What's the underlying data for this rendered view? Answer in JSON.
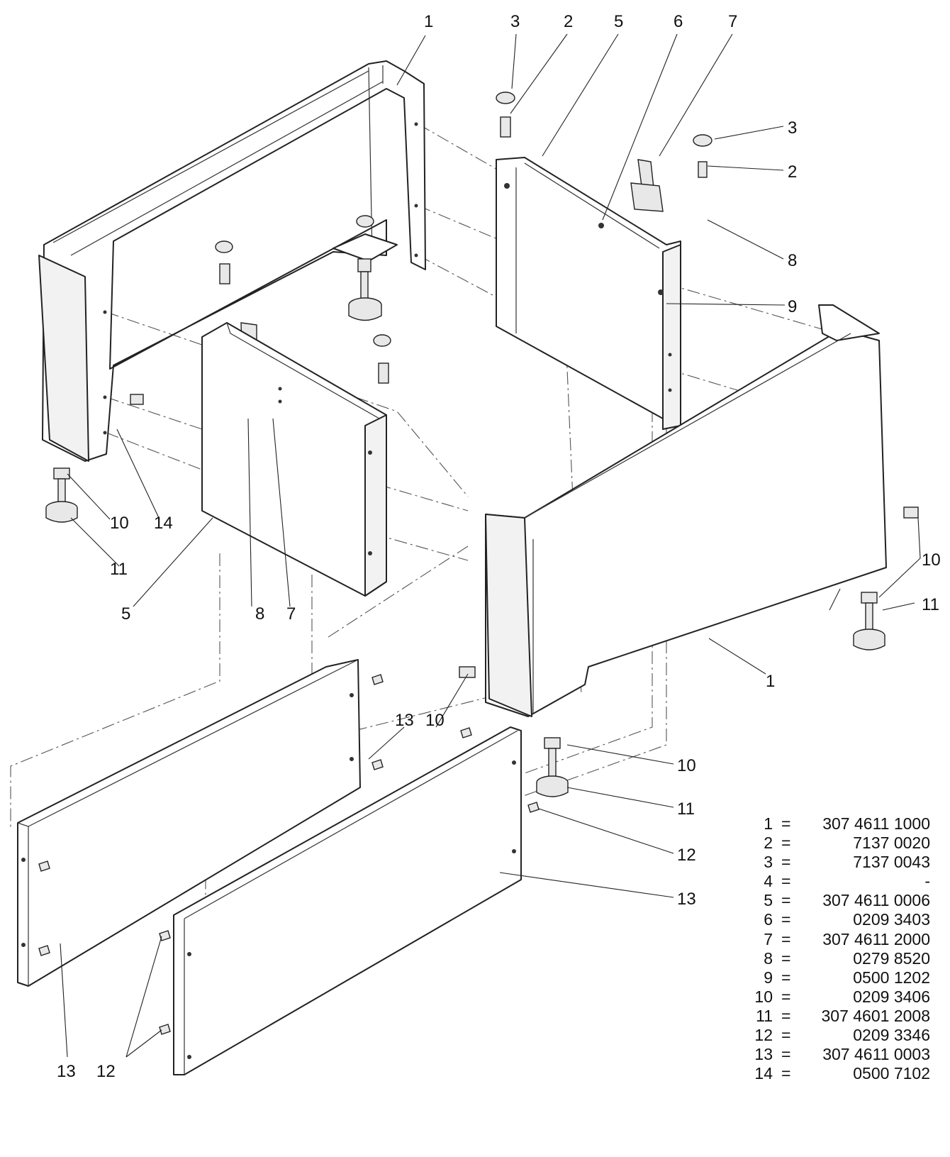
{
  "callouts": {
    "c_top_1": "1",
    "c_top_3": "3",
    "c_top_2": "2",
    "c_top_5": "5",
    "c_top_6": "6",
    "c_top_7": "7",
    "c_r_3": "3",
    "c_r_2": "2",
    "c_r_8": "8",
    "c_r_9": "9",
    "c_l_10": "10",
    "c_l_14": "14",
    "c_l_11": "11",
    "c_l_5": "5",
    "c_m_8": "8",
    "c_m_7": "7",
    "c_rr_10": "10",
    "c_rr_11": "11",
    "c_front_1": "1",
    "c_13a": "13",
    "c_10a": "10",
    "c_10b": "10",
    "c_11b": "11",
    "c_12a": "12",
    "c_13b": "13",
    "c_13c": "13",
    "c_12b": "12"
  },
  "legend": [
    {
      "num": "1",
      "eq": "=",
      "code": "307 4611 1000"
    },
    {
      "num": "2",
      "eq": "=",
      "code": "7137 0020"
    },
    {
      "num": "3",
      "eq": "=",
      "code": "7137 0043"
    },
    {
      "num": "4",
      "eq": "=",
      "code": "-"
    },
    {
      "num": "5",
      "eq": "=",
      "code": "307 4611 0006"
    },
    {
      "num": "6",
      "eq": "=",
      "code": "0209 3403"
    },
    {
      "num": "7",
      "eq": "=",
      "code": "307 4611 2000"
    },
    {
      "num": "8",
      "eq": "=",
      "code": "0279 8520"
    },
    {
      "num": "9",
      "eq": "=",
      "code": "0500 1202"
    },
    {
      "num": "10",
      "eq": "=",
      "code": "0209 3406"
    },
    {
      "num": "11",
      "eq": "=",
      "code": "307 4601 2008"
    },
    {
      "num": "12",
      "eq": "=",
      "code": "0209 3346"
    },
    {
      "num": "13",
      "eq": "=",
      "code": "307 4611 0003"
    },
    {
      "num": "14",
      "eq": "=",
      "code": "0500 7102"
    }
  ]
}
